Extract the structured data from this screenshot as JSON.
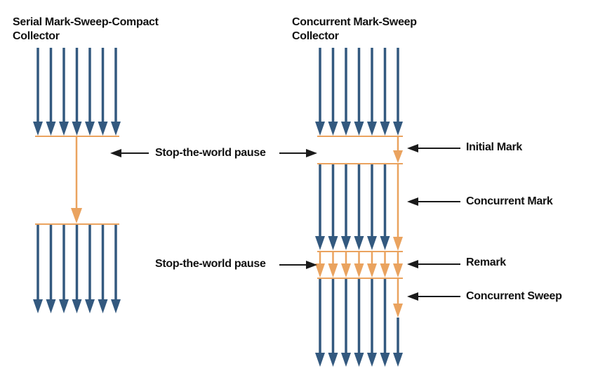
{
  "colors": {
    "thread": "#33597f",
    "gc": "#eaa35f",
    "annotation": "#1a1a1a"
  },
  "serial": {
    "title_line1": "Serial Mark-Sweep-Compact",
    "title_line2": "Collector",
    "thread_count": 7
  },
  "concurrent": {
    "title_line1": "Concurrent Mark-Sweep",
    "title_line2": "Collector",
    "thread_count": 7
  },
  "labels": {
    "stw_pause_top": "Stop-the-world pause",
    "stw_pause_bottom": "Stop-the-world pause",
    "initial_mark": "Initial Mark",
    "concurrent_mark": "Concurrent Mark",
    "remark": "Remark",
    "concurrent_sweep": "Concurrent Sweep"
  }
}
